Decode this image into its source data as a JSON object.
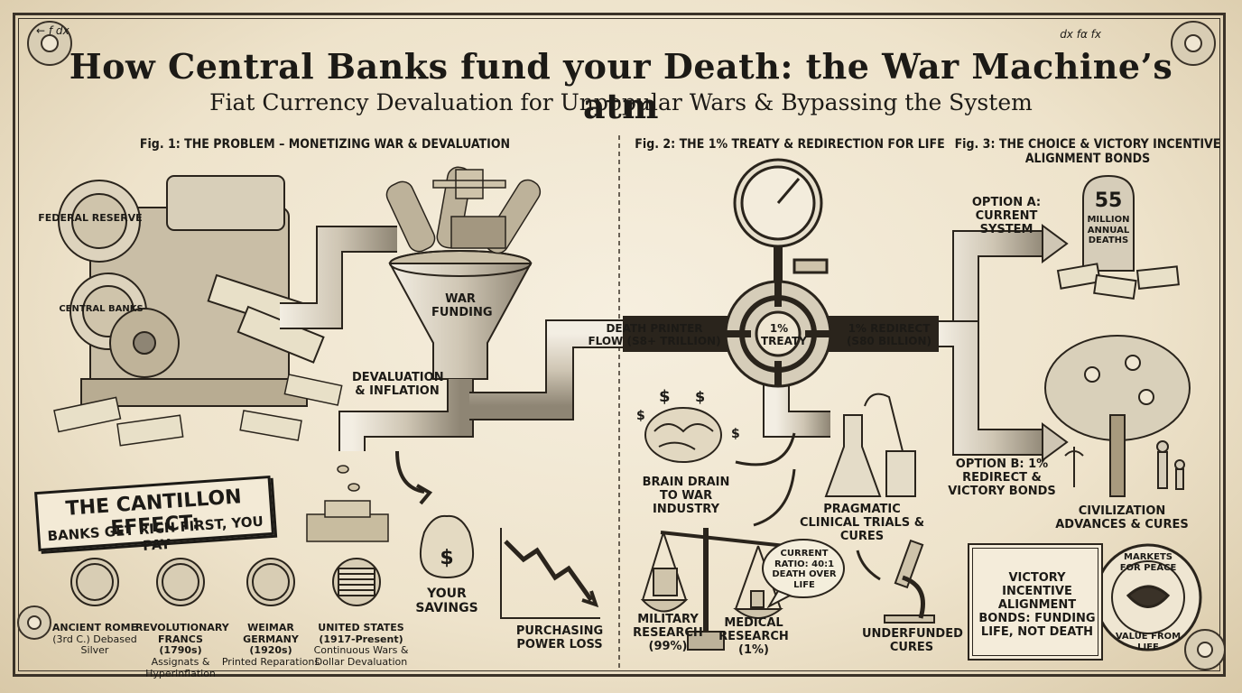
{
  "header": {
    "title": "How Central Banks fund your Death: the War Machine’s atm",
    "subtitle": "Fiat Currency Devaluation for Unpopular Wars & Bypassing the System",
    "corner_marks_left": "← f dx",
    "corner_marks_right": "dx  fα  fx"
  },
  "fig1": {
    "heading": "Fig. 1: THE PROBLEM – MONETIZING WAR & DEVALUATION",
    "gear_label_1": "FEDERAL RESERVE",
    "gear_label_2": "CENTRAL BANKS",
    "funnel_label": "WAR FUNDING",
    "devaluation": "DEVALUATION & INFLATION",
    "savings": "YOUR SAVINGS",
    "purchasing": "PURCHASING POWER LOSS",
    "cantillon_title": "THE CANTILLON EFFECT:",
    "cantillon_sub": "BANKS GET RICH FIRST, YOU PAY",
    "coins": [
      {
        "name": "ANCIENT ROME",
        "detail": "(3rd C.) Debased Silver"
      },
      {
        "name": "REVOLUTIONARY FRANCS (1790s)",
        "detail": "Assignats & Hyperinflation"
      },
      {
        "name": "WEIMAR GERMANY (1920s)",
        "detail": "Printed Reparations"
      },
      {
        "name": "UNITED STATES (1917-Present)",
        "detail": "Continuous Wars & Dollar Devaluation"
      }
    ]
  },
  "fig2": {
    "heading": "Fig. 2: THE 1% TREATY & REDIRECTION FOR LIFE",
    "flow_label": "DEATH PRINTER FLOW (S8+ TRILLION)",
    "valve_label": "1% TREATY",
    "redirect_label": "1% REDIRECT (S80 BILLION)",
    "brain_drain": "BRAIN DRAIN TO WAR INDUSTRY",
    "trials": "PRAGMATIC CLINICAL TRIALS & CURES",
    "military": "MILITARY RESEARCH (99%)",
    "medical": "MEDICAL RESEARCH (1%)",
    "ratio": "CURRENT RATIO: 40:1 DEATH OVER LIFE",
    "underfunded": "UNDERFUNDED CURES"
  },
  "fig3": {
    "heading": "Fig. 3: THE CHOICE & VICTORY INCENTIVE ALIGNMENT BONDS",
    "option_a": "OPTION A: CURRENT SYSTEM",
    "tomb_number": "55",
    "tomb_text": "MILLION ANNUAL DEATHS",
    "option_b": "OPTION B: 1% REDIRECT & VICTORY BONDS",
    "civilization": "CIVILIZATION ADVANCES & CURES",
    "certificate": "VICTORY INCENTIVE ALIGNMENT BONDS: FUNDING LIFE, NOT DEATH",
    "seal_top": "MARKETS FOR PEACE",
    "seal_bottom": "VALUE FROM LIFE"
  },
  "colors": {
    "paper": "#efe6d2",
    "ink": "#1c1a16",
    "pipe": "#d9d2c2"
  }
}
